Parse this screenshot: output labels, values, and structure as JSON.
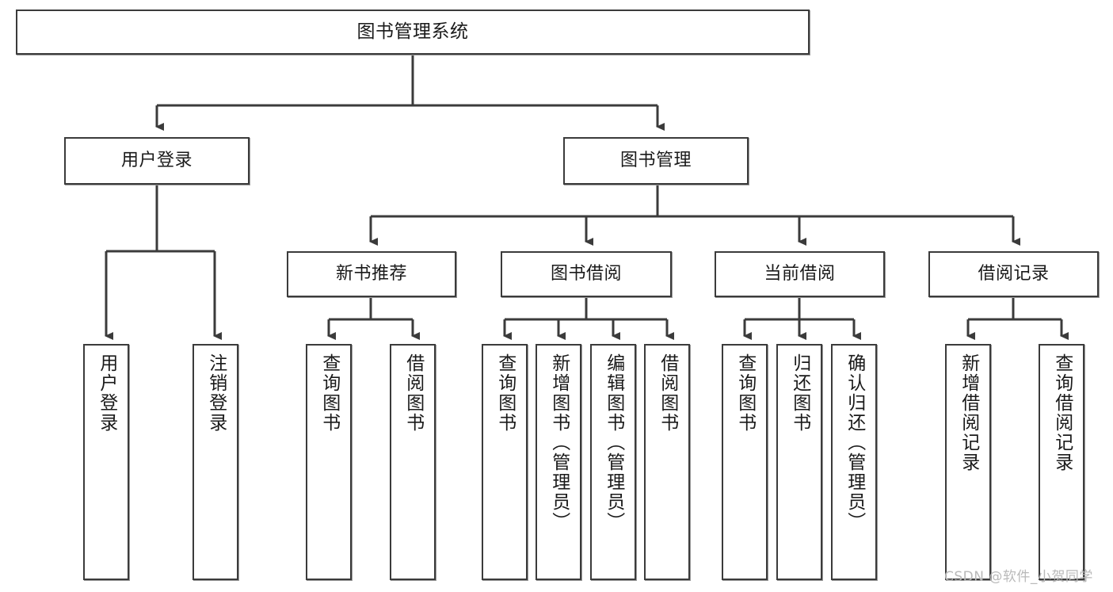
{
  "diagram": {
    "type": "tree-hierarchy",
    "title": "图书管理系统",
    "root": {
      "id": "root",
      "label": "图书管理系统"
    },
    "level2": [
      {
        "id": "user-login",
        "label": "用户登录"
      },
      {
        "id": "book-management",
        "label": "图书管理"
      }
    ],
    "level3": [
      {
        "id": "new-book-recommend",
        "label": "新书推荐",
        "parent": "book-management"
      },
      {
        "id": "book-borrow",
        "label": "图书借阅",
        "parent": "book-management"
      },
      {
        "id": "current-borrow",
        "label": "当前借阅",
        "parent": "book-management"
      },
      {
        "id": "borrow-record",
        "label": "借阅记录",
        "parent": "book-management"
      }
    ],
    "leaves": {
      "user_login": [
        {
          "id": "leaf-user-login",
          "label": "用户登录"
        },
        {
          "id": "leaf-logout",
          "label": "注销登录"
        }
      ],
      "new_book_recommend": [
        {
          "id": "leaf-query-book-1",
          "label": "查询图书"
        },
        {
          "id": "leaf-borrow-book-1",
          "label": "借阅图书"
        }
      ],
      "book_borrow": [
        {
          "id": "leaf-query-book-2",
          "label": "查询图书"
        },
        {
          "id": "leaf-add-book",
          "label": "新增图书（管理员）"
        },
        {
          "id": "leaf-edit-book",
          "label": "编辑图书（管理员）"
        },
        {
          "id": "leaf-borrow-book-2",
          "label": "借阅图书"
        }
      ],
      "current_borrow": [
        {
          "id": "leaf-query-book-3",
          "label": "查询图书"
        },
        {
          "id": "leaf-return-book",
          "label": "归还图书"
        },
        {
          "id": "leaf-confirm-return",
          "label": "确认归还（管理员）"
        }
      ],
      "borrow_record": [
        {
          "id": "leaf-add-record",
          "label": "新增借阅记录"
        },
        {
          "id": "leaf-query-record",
          "label": "查询借阅记录"
        }
      ]
    }
  },
  "watermark": {
    "text": "CSDN @软件_小贺同学"
  },
  "colors": {
    "box_border": "#3b3b3b",
    "box_fill": "#ffffff",
    "connector": "#3b3b3b",
    "text": "#1a1a1a",
    "watermark": "#b9b9b9",
    "background": "#ffffff"
  }
}
